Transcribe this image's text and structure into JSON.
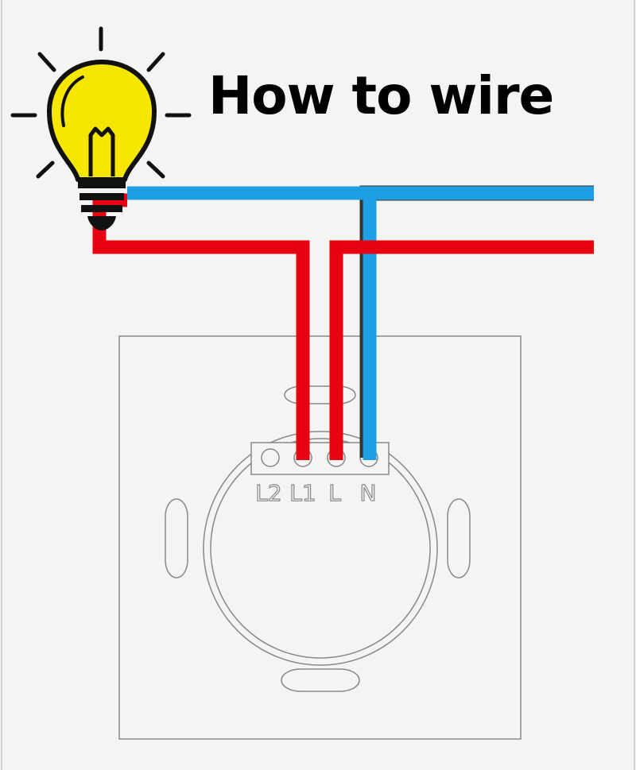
{
  "title": "How to wire",
  "terminals": [
    "L2",
    "L1",
    "L",
    "N"
  ],
  "icons": {
    "bulb": "light-bulb-icon"
  },
  "colors": {
    "background": "#f4f4f2",
    "live_wire": "#e60012",
    "neutral_wire": "#1e9fe3",
    "bulb_fill": "#f6e600",
    "outline": "#222222",
    "device_line": "#888888"
  }
}
